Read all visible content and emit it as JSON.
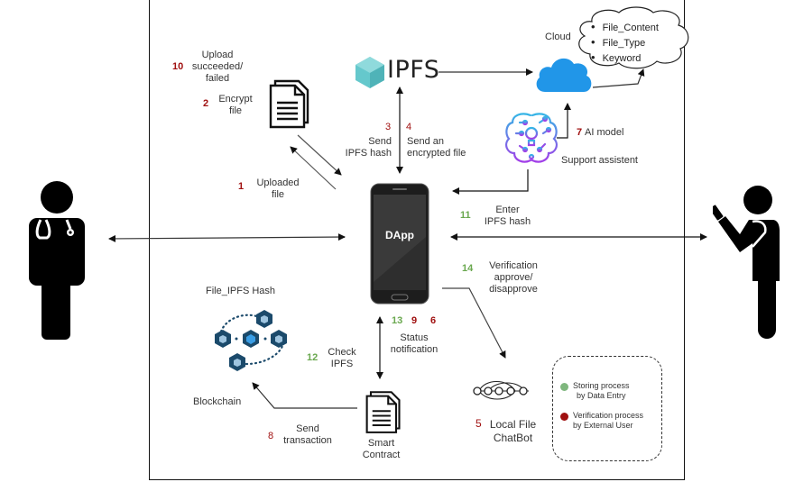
{
  "diagram": {
    "title": "",
    "frame": "system-boundary",
    "nodes": {
      "ipfs": {
        "label": "IPFS",
        "icon": "ipfs-cube-icon",
        "color": "#65c8cc"
      },
      "cloud": {
        "label": "Cloud",
        "icon": "cloud-icon",
        "color": "#2196e8",
        "metadata": [
          "File_Content",
          "File_Type",
          "Keyword"
        ]
      },
      "ai": {
        "step": "7",
        "label": "AI model",
        "caption": "Support assistent",
        "icon": "ai-brain-icon"
      },
      "dapp": {
        "label": "DApp",
        "icon": "smartphone-icon"
      },
      "encrypt_doc": {
        "icon": "document-icon"
      },
      "blockchain": {
        "title": "File_IPFS Hash",
        "label": "Blockchain",
        "icon": "blockchain-cubes-icon",
        "color": "#1b4a6b"
      },
      "smart_contract": {
        "label_line1": "Smart",
        "label_line2": "Contract",
        "icon": "document-icon"
      },
      "chatbot": {
        "step": "5",
        "label_line1": "Local File",
        "label_line2": "ChatBot",
        "icon": "node-graph-icon"
      },
      "data_entry_user": {
        "icon": "doctor-icon"
      },
      "external_user": {
        "icon": "person-phone-icon"
      }
    },
    "steps": {
      "s10": {
        "num": "10",
        "line1": "Upload",
        "line2": "succeeded/",
        "line3": "failed"
      },
      "s2": {
        "num": "2",
        "line1": "Encrypt",
        "line2": "file"
      },
      "s1": {
        "num": "1",
        "line1": "Uploaded",
        "line2": "file"
      },
      "s3": {
        "num": "3",
        "line1": "Send",
        "line2": "IPFS hash"
      },
      "s4": {
        "num": "4",
        "line1": "Send an",
        "line2": "encrypted file"
      },
      "s11": {
        "num": "11",
        "line1": "Enter",
        "line2": "IPFS hash"
      },
      "s14": {
        "num": "14",
        "line1": "Verification",
        "line2": "approve/",
        "line3": "disapprove"
      },
      "s12": {
        "num": "12",
        "line1": "Check",
        "line2": "IPFS"
      },
      "status": {
        "nums": [
          "13",
          "9",
          "6"
        ],
        "line1": "Status",
        "line2": "notification"
      },
      "s8": {
        "num": "8",
        "line1": "Send",
        "line2": "transaction"
      }
    },
    "legend": {
      "items": [
        {
          "line1": "Storing process",
          "line2": "by Data Entry",
          "color": "#7fb77e"
        },
        {
          "line1": "Verification process",
          "line2": "by External User",
          "color": "#a01010"
        }
      ]
    },
    "colors": {
      "storing": "#6aa84f",
      "verification": "#a01010"
    }
  }
}
